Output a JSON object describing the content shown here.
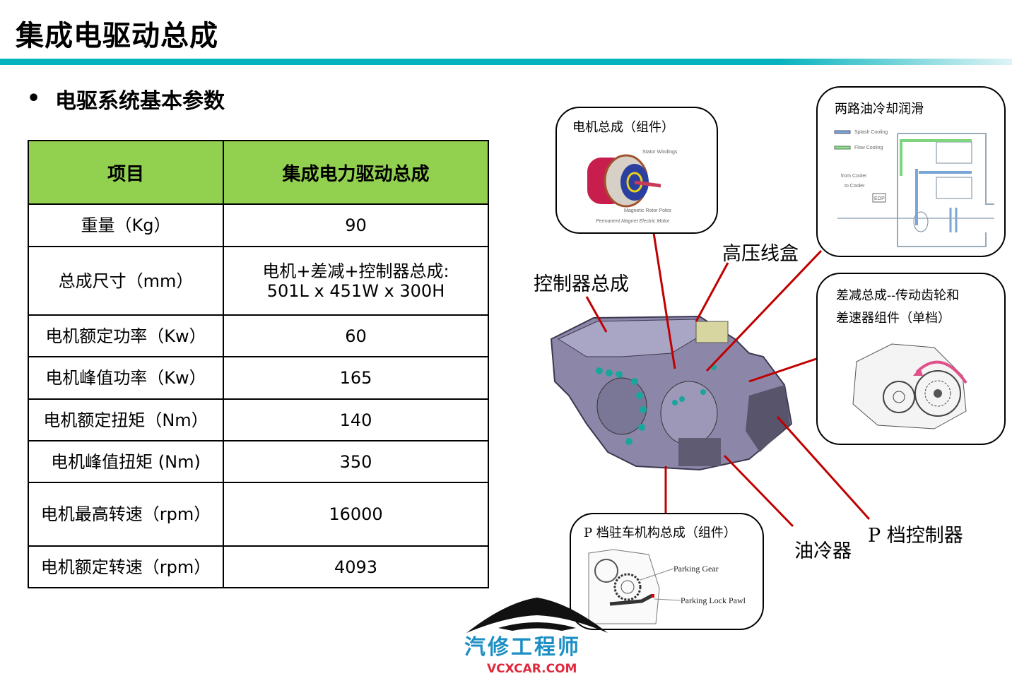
{
  "title": "集成电驱动总成",
  "section": {
    "bullet": "•",
    "heading": "电驱系统基本参数"
  },
  "table": {
    "headers": [
      "项目",
      "集成电力驱动总成"
    ],
    "rows": [
      {
        "item": "重量（Kg）",
        "value": "90"
      },
      {
        "item": "总成尺寸（mm）",
        "value": "电机+差减+控制器总成:",
        "value2": "501L x 451W x 300H"
      },
      {
        "item": "电机额定功率（Kw）",
        "value": "60"
      },
      {
        "item": "电机峰值功率（Kw）",
        "value": "165"
      },
      {
        "item": "电机额定扭矩（Nm）",
        "value": "140"
      },
      {
        "item": "电机峰值扭矩 (Nm)",
        "value": "350"
      },
      {
        "item": "电机最高转速（rpm）",
        "value": "16000"
      },
      {
        "item": "电机额定转速（rpm）",
        "value": "4093"
      }
    ]
  },
  "callouts": {
    "motor": {
      "title": "电机总成（组件）",
      "stator": "Stator Windings",
      "rotor": "Magnetic Rotor Poles",
      "caption": "Permanent Magnet Electric Motor"
    },
    "cooling": {
      "title": "两路油冷却润滑",
      "splash": "Splash Cooling",
      "flow": "Flow Cooling",
      "from": "from Cooler",
      "to": "to Cooler",
      "eop": "EOP"
    },
    "reducer": {
      "title_line1": "差减总成--传动齿轮和",
      "title_line2": "差速器组件（单档）"
    },
    "parking": {
      "title": "P 档驻车机构总成（组件）",
      "gear": "Parking Gear",
      "pawl": "Parking Lock Pawl"
    }
  },
  "labels": {
    "controller": "控制器总成",
    "hv_box": "高压线盒",
    "oil_cooler": "油冷器",
    "p_controller": "P 档控制器"
  },
  "watermark": {
    "cn": "汽修工程师",
    "url": "VCXCAR.COM"
  },
  "colors": {
    "accent_bar": "#05b3bd",
    "table_header": "#92d050",
    "leader_line": "#c00000"
  }
}
